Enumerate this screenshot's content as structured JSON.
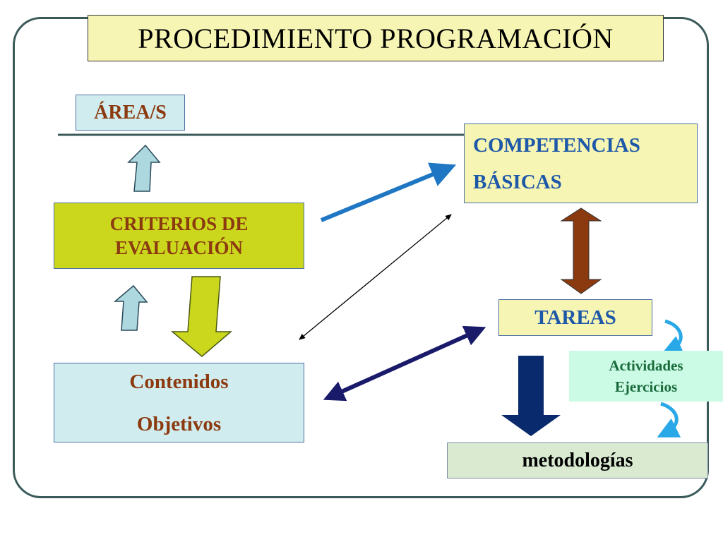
{
  "title": "PROCEDIMIENTO  PROGRAMACIÓN",
  "boxes": {
    "area": "ÁREA/S",
    "competencias_line1": "COMPETENCIAS",
    "competencias_line2": "BÁSICAS",
    "criterios_line1": "CRITERIOS DE",
    "criterios_line2": "EVALUACIÓN",
    "tareas": "TAREAS",
    "contenidos": "Contenidos",
    "objetivos": "Objetivos",
    "actividades": "Actividades",
    "ejercicios": "Ejercicios",
    "metodologias": "metodologías"
  },
  "colors": {
    "up_arrow": "#add8e0",
    "down_arrow_yellow": "#cbd71d",
    "down_arrow_navy": "#0a2a6e",
    "double_arrow_brown": "#8b3a10",
    "double_arrow_navy": "#1a1a6b",
    "blue_arrow": "#1f77c4",
    "cycle_arrow": "#29a8e8"
  }
}
